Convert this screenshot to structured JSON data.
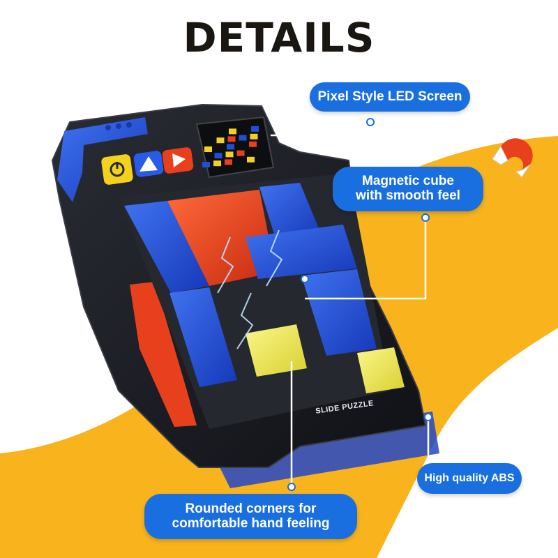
{
  "heading": "DETAILS",
  "callouts": {
    "led_screen": "Pixel Style LED Screen",
    "magnetic": "Magnetic cube\nwith smooth feel",
    "abs": "High quality ABS",
    "corners": "Rounded corners for\ncomfortable hand feeling"
  },
  "device_label": "SLIDE PUZZLE",
  "colors": {
    "accent_yellow": "#f8b31d",
    "callout_blue": "#1a6fe0",
    "piece_blue": "#1f4fd6",
    "piece_red": "#e8401c",
    "piece_yellow": "#f3ef5a",
    "body_dark": "#1c1d24"
  },
  "icons": [
    "magnet-icon",
    "power-icon",
    "triangle-up-icon",
    "triangle-right-icon"
  ]
}
